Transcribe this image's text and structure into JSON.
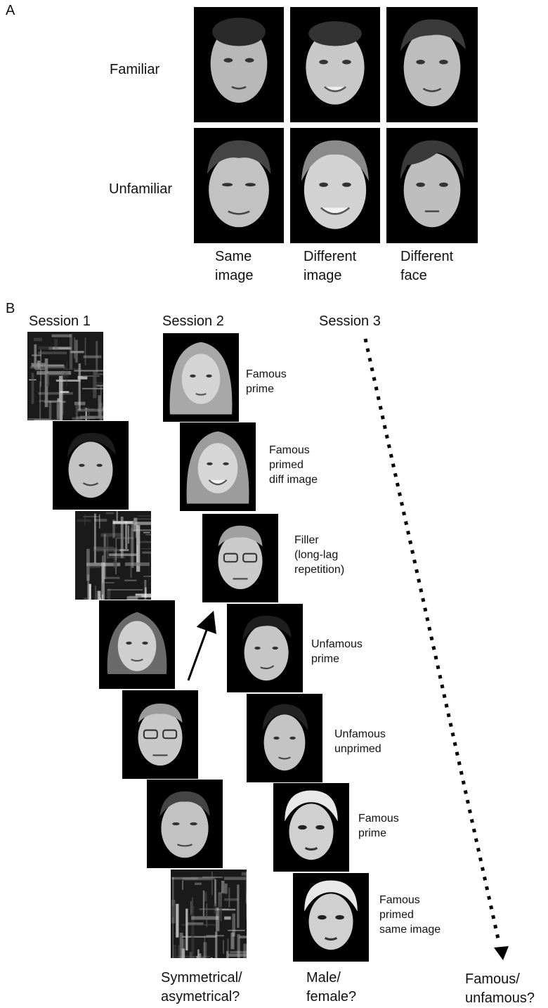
{
  "panel_a": {
    "label": "A",
    "row_labels": [
      "Familiar",
      "Unfamiliar"
    ],
    "column_labels": [
      "Same\nimage",
      "Different\nimage",
      "Different\nface"
    ]
  },
  "panel_b": {
    "label": "B",
    "session_labels": [
      "Session 1",
      "Session 2",
      "Session 3"
    ],
    "trial_labels": [
      "Famous\nprime",
      "Famous\nprimed\ndiff image",
      "Filler\n(long-lag\nrepetition)",
      "Unfamous\nprime",
      "Unfamous\nunprimed",
      "Famous\nprime",
      "Famous\nprimed\nsame image"
    ],
    "task_labels": [
      "Symmetrical/\nasymetrical?",
      "Male/\nfemale?",
      "Famous/\nunfamous?"
    ]
  }
}
